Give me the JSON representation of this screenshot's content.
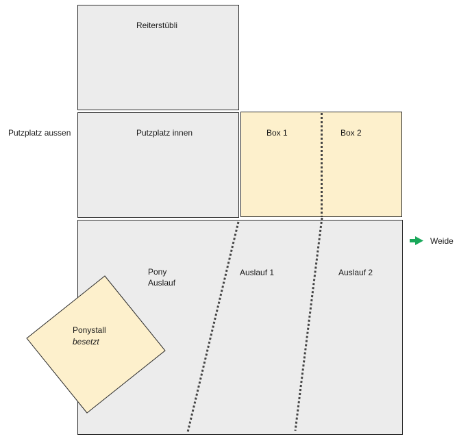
{
  "colors": {
    "room_fill": "#ececec",
    "box_fill": "#fdf0cc",
    "border": "#2a2a2a",
    "divider": "#444444",
    "arrow": "#19a85a"
  },
  "rooms": {
    "reiterstuebli": "Reiterstübli",
    "putzplatz_innen": "Putzplatz innen",
    "box_1": "Box 1",
    "box_2": "Box 2",
    "pony_auslauf_line1": "Pony",
    "pony_auslauf_line2": "Auslauf",
    "auslauf_1": "Auslauf 1",
    "auslauf_2": "Auslauf 2",
    "ponystall": "Ponystall",
    "ponystall_status": "besetzt"
  },
  "outside": {
    "putzplatz_aussen": "Putzplatz aussen",
    "weide": "Weide",
    "weide_arrow_icon": "right-arrow-icon"
  }
}
